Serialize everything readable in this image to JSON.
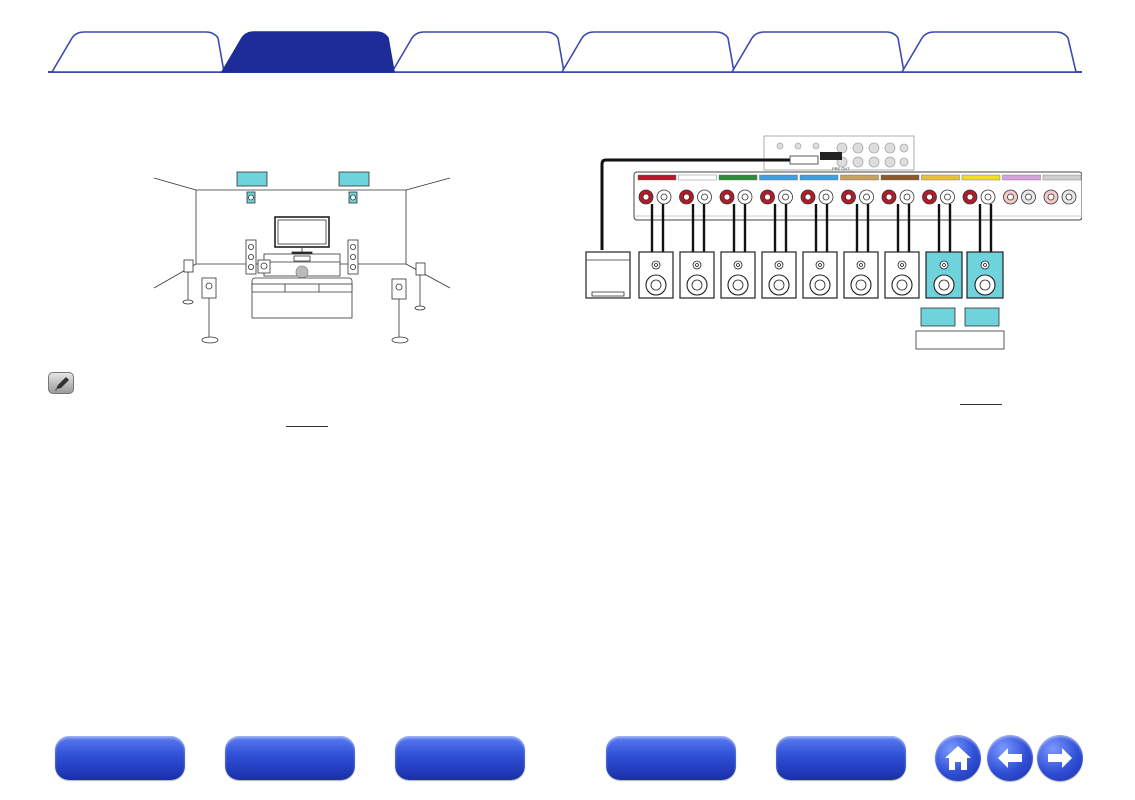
{
  "tabs": [
    {
      "label": ""
    },
    {
      "label": "",
      "active": true
    },
    {
      "label": ""
    },
    {
      "label": ""
    },
    {
      "label": ""
    },
    {
      "label": ""
    }
  ],
  "colors": {
    "tab_border": "#3c4ab0",
    "tab_active": "#1e2c9a",
    "tab_inactive": "#ffffff",
    "highlight_cyan": "#6fd3dc",
    "terminal_red": "#b31b2a",
    "nav_blue": "#2f4fd6"
  },
  "room_diagram": {
    "highlighted_speakers": [
      "front-height-left",
      "front-height-right"
    ]
  },
  "wiring_diagram": {
    "channel_bar_colors": [
      "#b31b2a",
      "#ffffff",
      "#2e8b3a",
      "#3ea0e0",
      "#3ea0e0",
      "#c8a060",
      "#8b5a2b",
      "#e8c040",
      "#f0e020",
      "#d7a0e0",
      "#d0d0d0"
    ],
    "speakers_count": 9,
    "highlighted_speaker_indices": [
      8,
      9
    ],
    "subwoofer": true
  },
  "note": {
    "icon": "pencil-icon"
  },
  "bottom_nav": [
    {
      "label": "",
      "icon": ""
    },
    {
      "label": "",
      "icon": ""
    },
    {
      "label": "",
      "icon": ""
    },
    {
      "label": "",
      "icon": ""
    },
    {
      "label": "",
      "icon": ""
    }
  ],
  "icons": {
    "home": "home-icon",
    "back": "arrow-left-icon",
    "forward": "arrow-right-icon"
  }
}
